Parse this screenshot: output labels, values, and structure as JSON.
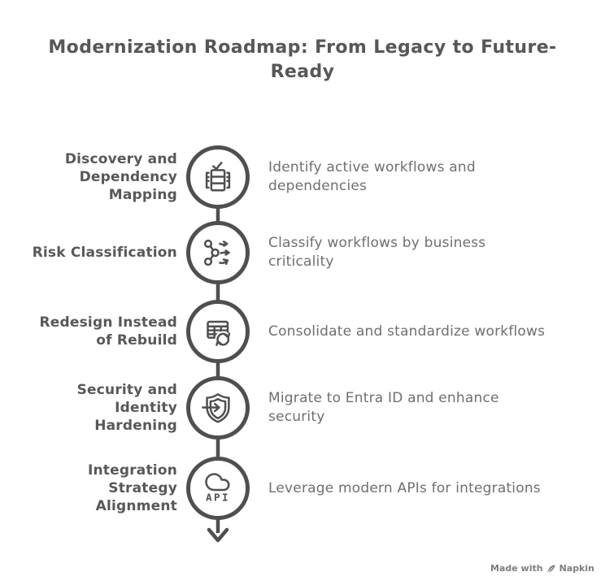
{
  "title": "Modernization Roadmap: From Legacy to Future-\nReady",
  "colors": {
    "ink": "#4f4f4f",
    "title_text": "#575757",
    "label_text": "#585858",
    "description_text": "#6f6f6f",
    "watermark_text": "#7d7d7d",
    "background": "#ffffff"
  },
  "steps": [
    {
      "label": "Discovery and\nDependency\nMapping",
      "description": "Identify active workflows and\ndependencies",
      "icon": "server-check-icon"
    },
    {
      "label": "Risk Classification",
      "description": "Classify workflows by business\ncriticality",
      "icon": "branch-arrows-icon"
    },
    {
      "label": "Redesign Instead\nof Rebuild",
      "description": "Consolidate and standardize workflows",
      "icon": "table-refresh-icon"
    },
    {
      "label": "Security and\nIdentity\nHardening",
      "description": "Migrate to Entra ID and enhance\nsecurity",
      "icon": "shield-arrow-icon",
      "icon_text": ""
    },
    {
      "label": "Integration\nStrategy\nAlignment",
      "description": "Leverage modern APIs for integrations",
      "icon": "cloud-api-icon",
      "icon_text": "API"
    }
  ],
  "watermark": {
    "prefix": "Made with",
    "brand": "Napkin"
  }
}
